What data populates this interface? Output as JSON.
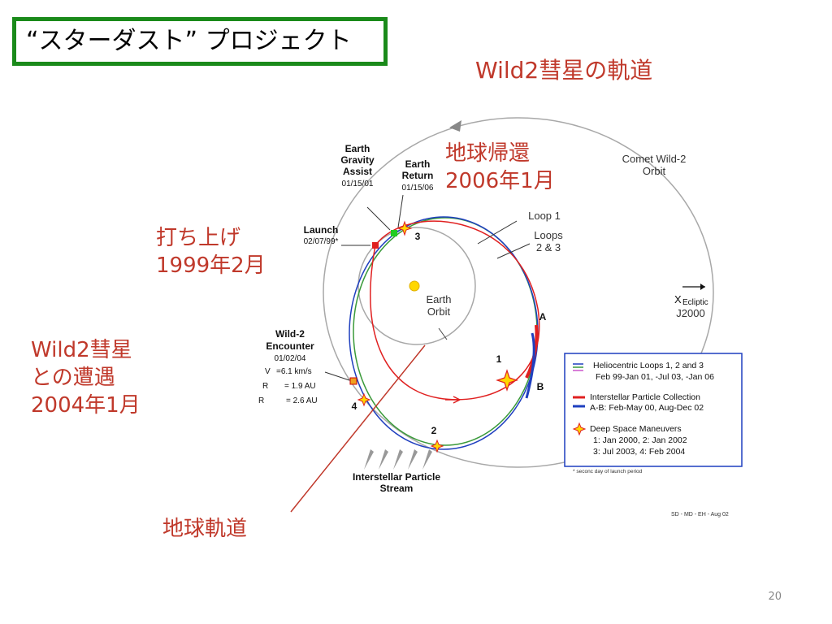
{
  "slide": {
    "title": "“スターダスト” プロジェクト",
    "orbit_heading": "Wild2彗星の軌道",
    "earth_return": {
      "line1": "地球帰還",
      "line2": "2006年1月"
    },
    "launch": {
      "line1": "打ち上げ",
      "line2": "1999年2月"
    },
    "encounter": {
      "line1": "Wild2彗星",
      "line2": "との遭遇",
      "line3": "2004年1月"
    },
    "earth_orbit_label": "地球軌道",
    "page_number": "20"
  },
  "diagram": {
    "earth_gravity_assist": [
      "Earth",
      "Gravity",
      "Assist",
      "01/15/01"
    ],
    "earth_return": [
      "Earth",
      "Return",
      "01/15/06"
    ],
    "launch": [
      "Launch",
      "02/07/99*"
    ],
    "wild2_encounter": [
      "Wild-2",
      "Encounter",
      "01/02/04",
      "V",
      "=6.1 km/s",
      "R",
      "= 1.9 AU",
      "R",
      "= 2.6 AU"
    ],
    "comet_orbit": [
      "Comet Wild-2",
      "Orbit"
    ],
    "earth_orbit": [
      "Earth",
      "Orbit"
    ],
    "loop1": "Loop 1",
    "loops23": [
      "Loops",
      "2 & 3"
    ],
    "ecliptic": [
      "X",
      "Ecliptic",
      "J2000"
    ],
    "point_labels": {
      "A": "A",
      "B": "B",
      "p1": "1",
      "p2": "2",
      "p3": "3",
      "p4": "4"
    },
    "stream": [
      "Interstellar Particle",
      "Stream"
    ],
    "legend": {
      "heliocentric": [
        "Heliocentric Loops 1, 2 and 3",
        "Feb 99-Jan 01, -Jul 03, -Jan 06"
      ],
      "collection": [
        "Interstellar Particle Collection",
        "A-B: Feb-May 00, Aug-Dec 02"
      ],
      "maneuvers": [
        "Deep Space Maneuvers",
        "1: Jan 2000, 2:  Jan 2002",
        "3:  Jul 2003, 4:  Feb 2004"
      ]
    },
    "footnote": "* seconc day of launch period",
    "credit": "SD - MD - EH - Aug 02"
  },
  "colors": {
    "title_border": "#1a8a1a",
    "annotation_red": "#c0392b",
    "loop_red": "#e02020",
    "loop_blue": "#1f3fbf",
    "loop_green": "#3a9a3a"
  }
}
